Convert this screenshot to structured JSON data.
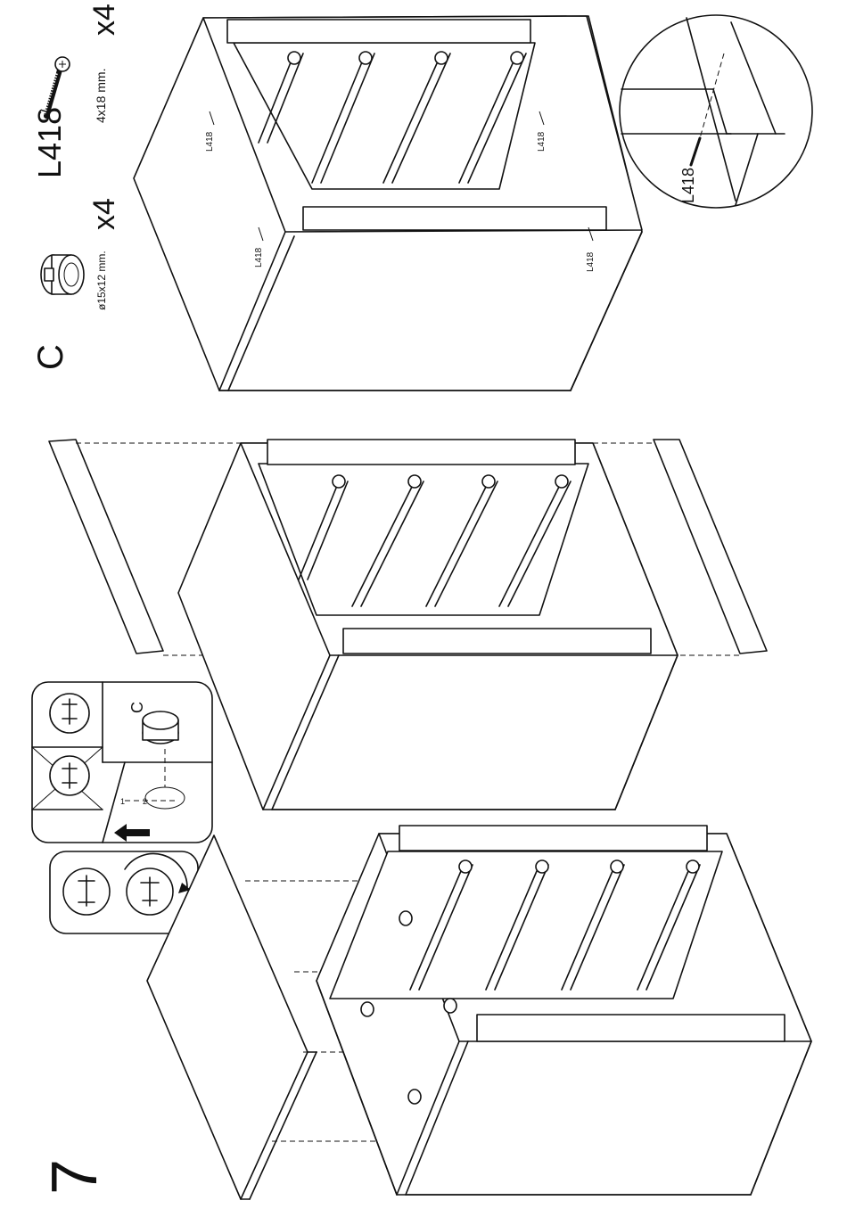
{
  "step": {
    "number": "7"
  },
  "parts": [
    {
      "code": "C",
      "size": "ø15x12 mm.",
      "quantity": "x4",
      "icon": "cam-lock-icon"
    },
    {
      "code": "L418",
      "size": "4x18 mm.",
      "quantity": "x4",
      "icon": "screw-icon"
    }
  ],
  "callouts": {
    "screw_label": "L418",
    "cam_label": "C",
    "hole_marks": [
      "1",
      "2"
    ]
  },
  "colors": {
    "line": "#111111",
    "background": "#ffffff"
  }
}
